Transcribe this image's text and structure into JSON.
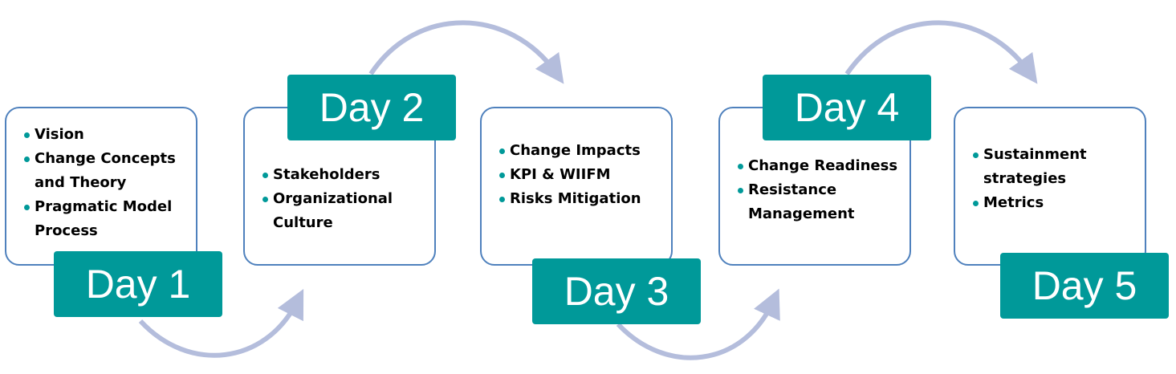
{
  "accent_color": "#009999",
  "card_border_color": "#4f81bd",
  "arrow_color": "#b4bddc",
  "days": [
    {
      "label": "Day 1",
      "items": [
        "Vision",
        "Change Concepts and Theory",
        "Pragmatic Model Process"
      ]
    },
    {
      "label": "Day 2",
      "items": [
        "Stakeholders",
        "Organizational Culture"
      ]
    },
    {
      "label": "Day 3",
      "items": [
        "Change Impacts",
        "KPI & WIIFM",
        "Risks Mitigation"
      ]
    },
    {
      "label": "Day 4",
      "items": [
        "Change Readiness",
        "Resistance Management"
      ]
    },
    {
      "label": "Day 5",
      "items": [
        "Sustainment strategies",
        "Metrics"
      ]
    }
  ]
}
